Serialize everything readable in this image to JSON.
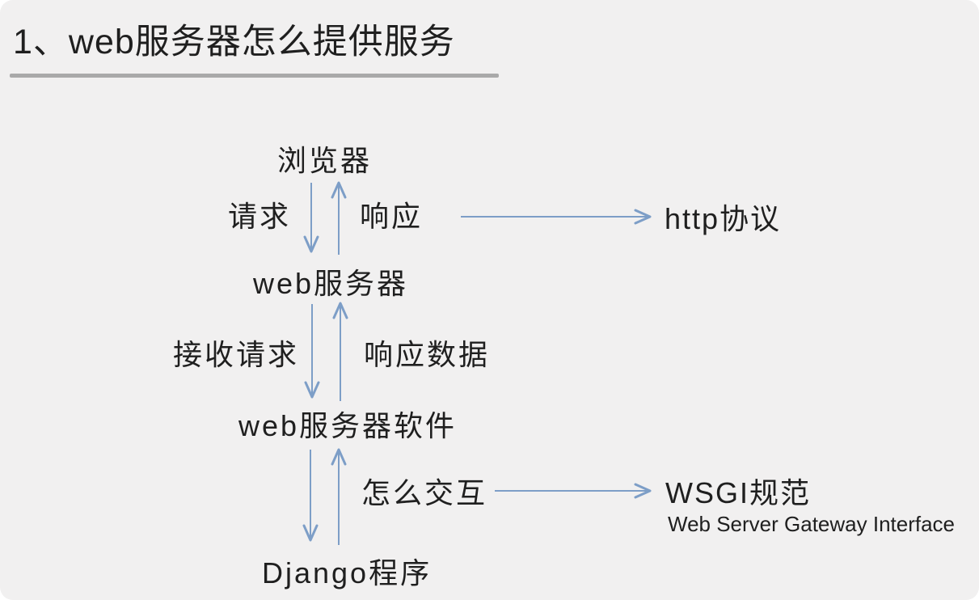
{
  "slide": {
    "title": "1、web服务器怎么提供服务"
  },
  "diagram": {
    "nodes": [
      {
        "id": "browser",
        "label": "浏览器"
      },
      {
        "id": "web-server",
        "label": "web服务器"
      },
      {
        "id": "web-server-software",
        "label": "web服务器软件"
      },
      {
        "id": "django-app",
        "label": "Django程序"
      }
    ],
    "edges": [
      {
        "id": "request",
        "label": "请求",
        "direction": "down"
      },
      {
        "id": "response",
        "label": "响应",
        "direction": "up"
      },
      {
        "id": "receive-request",
        "label": "接收请求",
        "direction": "down"
      },
      {
        "id": "response-data",
        "label": "响应数据",
        "direction": "up"
      },
      {
        "id": "how-to-interact",
        "label": "怎么交互",
        "direction": "right"
      }
    ],
    "annotations": [
      {
        "id": "http-protocol",
        "label": "http协议"
      },
      {
        "id": "wsgi-spec",
        "label": "WSGI规范",
        "subtitle": "Web Server Gateway Interface"
      }
    ],
    "colors": {
      "arrow": "#7d9ec7",
      "text": "#1f1f1f",
      "underline": "#a9a9a9",
      "background": "#f1f0f0"
    }
  }
}
